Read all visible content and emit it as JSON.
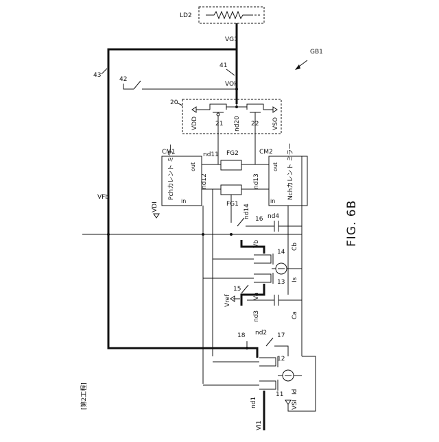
{
  "figure": {
    "caption": "FIG. 6B",
    "step_label": "[第2工程]"
  },
  "references": {
    "gb1": "GB1",
    "ld2": "LD2",
    "vg1": "VG1",
    "vok": "VOk",
    "vfb": "VFb",
    "ref41": "41",
    "ref42": "42",
    "ref43": "43",
    "ref20": "20",
    "ref21": "21",
    "ref22": "22",
    "nd20": "nd20",
    "vdd": "VDD",
    "vso": "VSO",
    "vdi": "VDI",
    "cm1": "CM1",
    "cm2": "CM2",
    "fg1": "FG1",
    "fg2": "FG2",
    "nd11": "nd11",
    "nd12": "nd12",
    "nd13": "nd13",
    "nd14": "nd14",
    "pch_mirror": "Pchカレント ミラー",
    "nch_mirror": "Nchカレント ミラー",
    "in_label": "in",
    "out_label": "out",
    "ref16": "16",
    "nd4": "nd4",
    "vb": "Vb",
    "cb": "Cb",
    "ref14": "14",
    "ref13": "13",
    "is": "Is",
    "ref15": "15",
    "vref": "Vref",
    "va": "Va",
    "nd3": "nd3",
    "ca": "Ca",
    "ref18": "18",
    "nd2": "nd2",
    "ref17": "17",
    "ref12": "12",
    "ref11": "11",
    "id": "Id",
    "vsi": "VSI",
    "nd1": "nd1",
    "vi1": "VI1"
  }
}
